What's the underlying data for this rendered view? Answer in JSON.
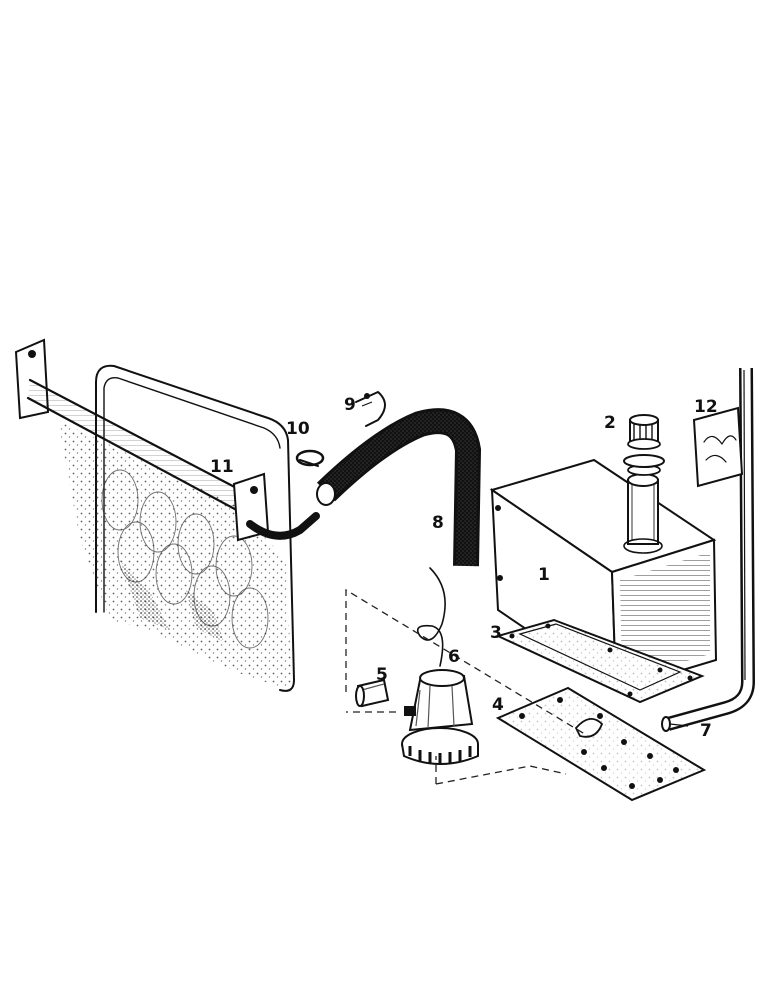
{
  "diagram": {
    "callouts": [
      {
        "id": "part-1",
        "label": "1"
      },
      {
        "id": "part-2",
        "label": "2"
      },
      {
        "id": "part-3",
        "label": "3"
      },
      {
        "id": "part-4",
        "label": "4"
      },
      {
        "id": "part-5",
        "label": "5"
      },
      {
        "id": "part-6",
        "label": "6"
      },
      {
        "id": "part-7",
        "label": "7"
      },
      {
        "id": "part-8",
        "label": "8"
      },
      {
        "id": "part-9",
        "label": "9"
      },
      {
        "id": "part-10",
        "label": "10"
      },
      {
        "id": "part-11",
        "label": "11"
      },
      {
        "id": "part-12",
        "label": "12"
      }
    ],
    "colors": {
      "ink": "#111111",
      "paper": "#ffffff",
      "shade": "#555555"
    }
  }
}
